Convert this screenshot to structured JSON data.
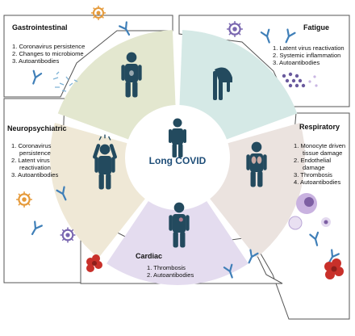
{
  "center": {
    "title": "Long COVID"
  },
  "panels": {
    "gastrointestinal": {
      "title": "Gastrointestinal",
      "items": [
        "1.  Coronavirus persistence",
        "2.  Changes to microbiome",
        "3.  Autoantibodies"
      ]
    },
    "fatigue": {
      "title": "Fatigue",
      "items": [
        "1.  Latent virus reactivation",
        "2.  Systemic inflammation",
        "3.  Autoantibodies"
      ]
    },
    "neuropsychiatric": {
      "title": "Neuropsychiatric",
      "items": [
        "1.  Coronavirus",
        "persistence",
        "2.  Latent virus",
        "reactivation",
        "3.  Autoantibodies"
      ]
    },
    "respiratory": {
      "title": "Respiratory",
      "items": [
        "1.  Monocyte driven",
        "tissue damage",
        "2.  Endothelial",
        "damage",
        "3.  Thrombosis",
        "4.  Autoantibodies"
      ]
    },
    "cardiac": {
      "title": "Cardiac",
      "items": [
        "1.  Thrombosis",
        "2.  Autoantibodies"
      ]
    }
  },
  "colors": {
    "sector_gastro": "#e3e7cf",
    "sector_fatigue": "#d5e9e6",
    "sector_neuro": "#efe8d6",
    "sector_resp": "#ebe3df",
    "sector_cardiac": "#e4dcef",
    "figure": "#234a5e",
    "panel_border": "#555555",
    "virus": "#e59a3a",
    "antibody": "#3f7fb8",
    "blood": "#c8302a"
  }
}
